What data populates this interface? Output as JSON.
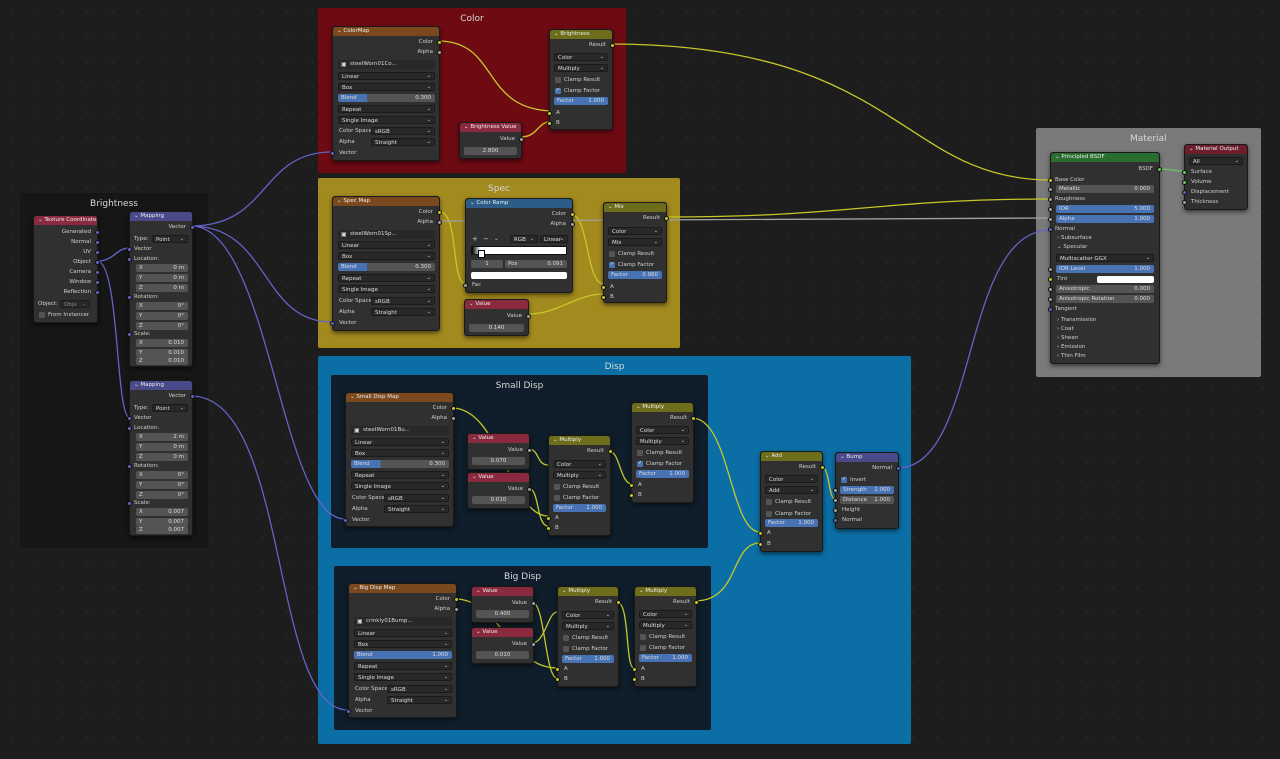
{
  "frames": {
    "color": "Color",
    "spec": "Spec",
    "disp": "Disp",
    "small_disp": "Small Disp",
    "big_disp": "Big Disp",
    "brightness": "Brightness",
    "material": "Material"
  },
  "colors": {
    "color_frame": "#6e0a12",
    "spec_frame": "#a38a1f",
    "disp_frame": "#0b6fa6",
    "inner_frame": "#0f1e2a",
    "brightness_frame": "#161616",
    "material_frame": "#7a7a7a",
    "wire_yellow": "#c7c729",
    "wire_purple": "#6363c7",
    "wire_gray": "#a1a1a1"
  },
  "common": {
    "color": "Color",
    "alpha": "Alpha",
    "vector": "Vector",
    "linear": "Linear",
    "box": "Box",
    "blend": "Blend",
    "repeat": "Repeat",
    "single_image": "Single Image",
    "color_space": "Color Space",
    "srgb": "sRGB",
    "alpha_mode": "Straight",
    "result": "Result",
    "value": "Value",
    "multiply": "Multiply",
    "clamp_result": "Clamp Result",
    "clamp_factor": "Clamp Factor",
    "factor": "Factor",
    "a": "A",
    "b": "B",
    "type": "Type:",
    "point": "Point",
    "location": "Location:",
    "rotation": "Rotation:",
    "scale": "Scale:",
    "x": "X",
    "y": "Y",
    "z": "Z",
    "fac": "Fac",
    "mix": "Mix",
    "add": "Add"
  },
  "colormap": {
    "title": "ColorMap",
    "image": "steelWorn01Co...",
    "blend": "0.300"
  },
  "brightness": {
    "title": "Brightness",
    "blend_value": "1.000"
  },
  "brightness_value": {
    "title": "Brightness Value",
    "value": "2.800"
  },
  "specmap": {
    "title": "Spec Map",
    "image": "steelWorn01Sp...",
    "blend": "0.300"
  },
  "color_ramp": {
    "title": "Color Ramp",
    "mode": "RGB",
    "interp": "Linear",
    "index": "1",
    "pos_label": "Pos",
    "pos": "0.091",
    "plus": "+",
    "minus": "−"
  },
  "spec_value": {
    "title": "Value",
    "value": "0.140"
  },
  "spec_mix": {
    "title": "Mix",
    "factor": "0.980"
  },
  "texcoord": {
    "title": "Texture Coordinate",
    "outputs": [
      "Generated",
      "Normal",
      "UV",
      "Object",
      "Camera",
      "Window",
      "Reflection"
    ],
    "object_label": "Object:",
    "object_placeholder": "Obje",
    "from_instancer": "From Instancer"
  },
  "mapping1": {
    "title": "Mapping",
    "loc": [
      "0 m",
      "0 m",
      "0 m"
    ],
    "rot": [
      "0°",
      "0°",
      "0°"
    ],
    "scale": [
      "0.010",
      "0.010",
      "0.010"
    ]
  },
  "mapping2": {
    "title": "Mapping",
    "loc": [
      "2 m",
      "0 m",
      "0 m"
    ],
    "rot": [
      "0°",
      "0°",
      "0°"
    ],
    "scale": [
      "0.007",
      "0.007",
      "0.007"
    ]
  },
  "smalldisp": {
    "title": "Small Disp Map",
    "image": "steelWorn01Bu...",
    "blend": "0.300",
    "value1": "0.070",
    "value2": "0.010",
    "mult1_factor": "1.000",
    "mult2_factor": "1.000"
  },
  "bigdisp": {
    "title": "Big Disp Map",
    "image": "crinkly01Bump...",
    "blend": "1.000",
    "value1": "0.400",
    "value2": "0.010",
    "mult1_factor": "1.000",
    "mult2_factor": "1.000"
  },
  "addnode": {
    "title": "Add",
    "factor": "1.000"
  },
  "bump": {
    "title": "Bump",
    "normal_out": "Normal",
    "invert": "Invert",
    "strength_label": "Strength",
    "strength": "1.000",
    "distance_label": "Distance",
    "distance": "1.000",
    "height": "Height",
    "normal": "Normal"
  },
  "bsdf": {
    "title": "Principled BSDF",
    "out": "BSDF",
    "base_color": "Base Color",
    "metallic": "Metallic",
    "metallic_v": "0.000",
    "roughness": "Roughness",
    "ior": "IOR",
    "ior_v": "5.000",
    "alpha": "Alpha",
    "alpha_v": "1.000",
    "normal": "Normal",
    "subsurface": "Subsurface",
    "specular": "Specular",
    "distribution": "Multiscatter GGX",
    "ior_level": "IOR Level",
    "ior_level_v": "1.000",
    "tint": "Tint",
    "anisotropic": "Anisotropic",
    "anisotropic_v": "0.000",
    "aniso_rot": "Anisotropic Rotation",
    "aniso_rot_v": "0.000",
    "tangent": "Tangent",
    "transmission": "Transmission",
    "coat": "Coat",
    "sheen": "Sheen",
    "emission": "Emission",
    "thin_film": "Thin Film"
  },
  "output": {
    "title": "Material Output",
    "target": "All",
    "surface": "Surface",
    "volume": "Volume",
    "displacement": "Displacement",
    "thickness": "Thickness"
  }
}
